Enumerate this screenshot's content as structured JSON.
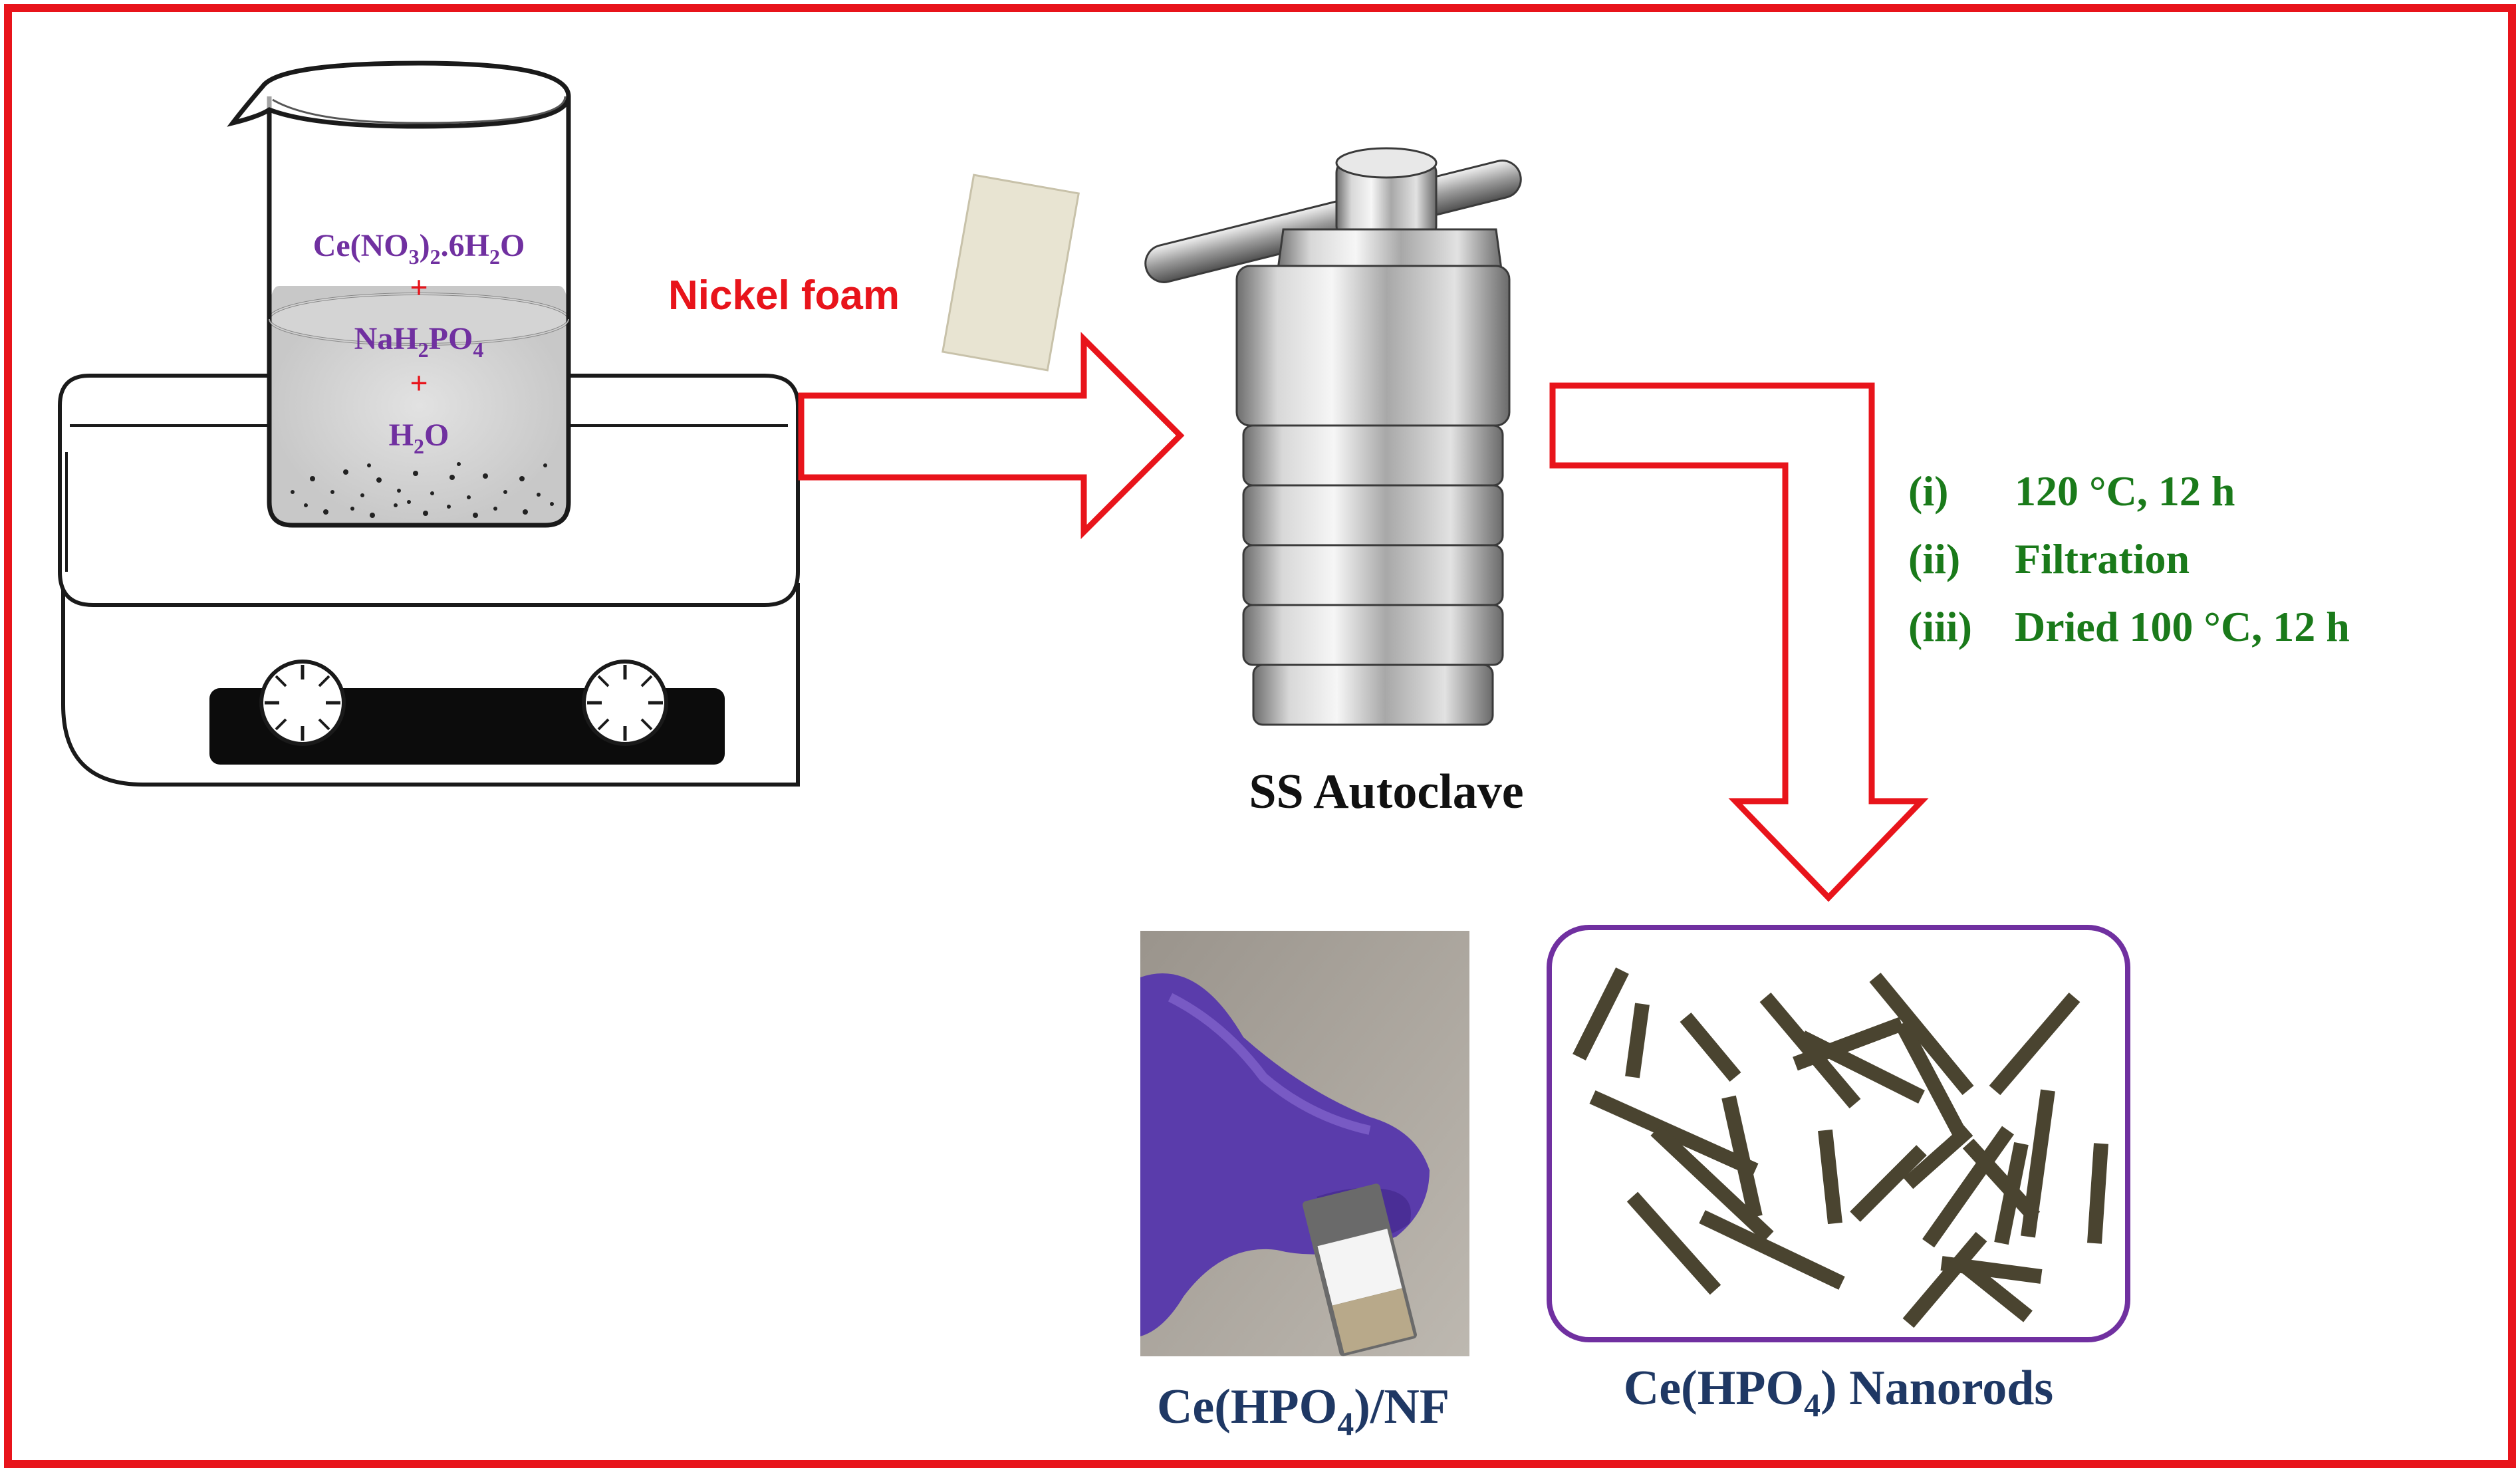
{
  "beaker": {
    "line1": {
      "base": "Ce(NO",
      "sub1": "3",
      "mid": ")",
      "sub2": "2",
      "tail": ".6H",
      "sub3": "2",
      "end": "O"
    },
    "plus1": "+",
    "line2": {
      "base": "NaH",
      "sub1": "2",
      "mid": "PO",
      "sub2": "4"
    },
    "plus2": "+",
    "line3": {
      "base": "H",
      "sub1": "2",
      "end": "O"
    }
  },
  "nickel_foam_label": "Nickel foam",
  "autoclave_label": "SS Autoclave",
  "steps": [
    {
      "num": "(i)",
      "text": "120 °C, 12 h"
    },
    {
      "num": "(ii)",
      "text": "Filtration"
    },
    {
      "num": "(iii)",
      "text": "Dried 100 °C, 12 h"
    }
  ],
  "product_photo_label": {
    "base": "Ce(HPO",
    "sub": "4",
    "end": ")/NF"
  },
  "nanorods_label": {
    "base": "Ce(HPO",
    "sub": "4",
    "end": ") Nanorods"
  },
  "colors": {
    "frame": "#e8141b",
    "arrow": "#e8141b",
    "chem_text": "#7030a0",
    "plus": "#e8141b",
    "steps_text": "#1a7a1a",
    "label_navy": "#1f3864",
    "nanorod_box": "#7030a0",
    "nanorod": "#4a4430",
    "glove": "#6a4ab8"
  }
}
